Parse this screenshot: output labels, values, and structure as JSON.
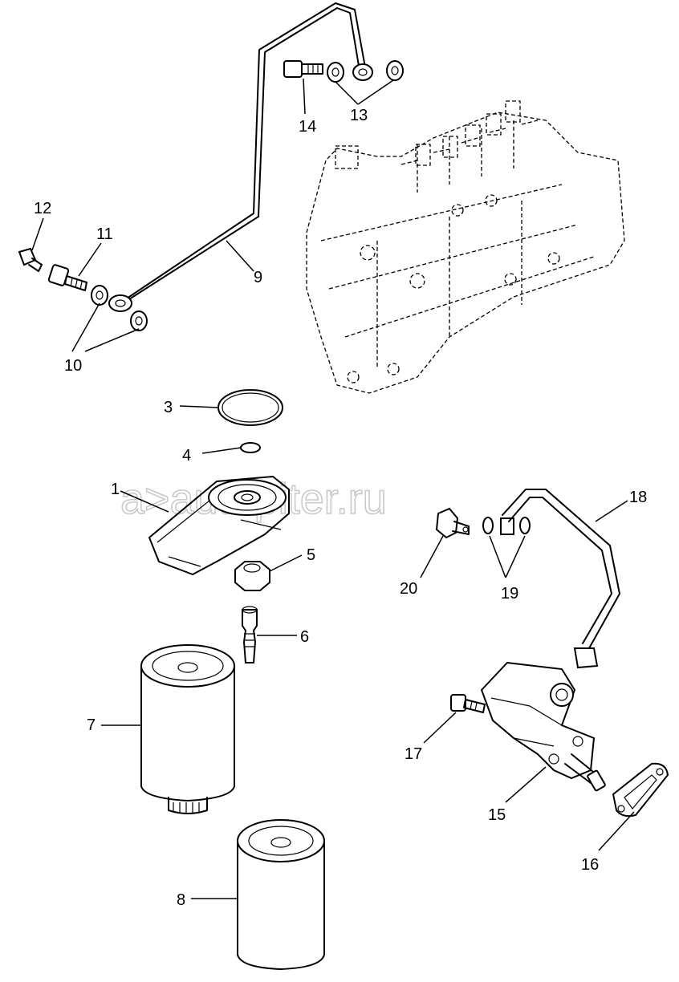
{
  "watermark": "a>autopiter.ru",
  "callouts": {
    "c1": "1",
    "c3": "3",
    "c4": "4",
    "c5": "5",
    "c6": "6",
    "c7": "7",
    "c8": "8",
    "c9": "9",
    "c10": "10",
    "c11": "11",
    "c12": "12",
    "c13": "13",
    "c14": "14",
    "c15": "15",
    "c16": "16",
    "c17": "17",
    "c18": "18",
    "c19": "19",
    "c20": "20"
  }
}
